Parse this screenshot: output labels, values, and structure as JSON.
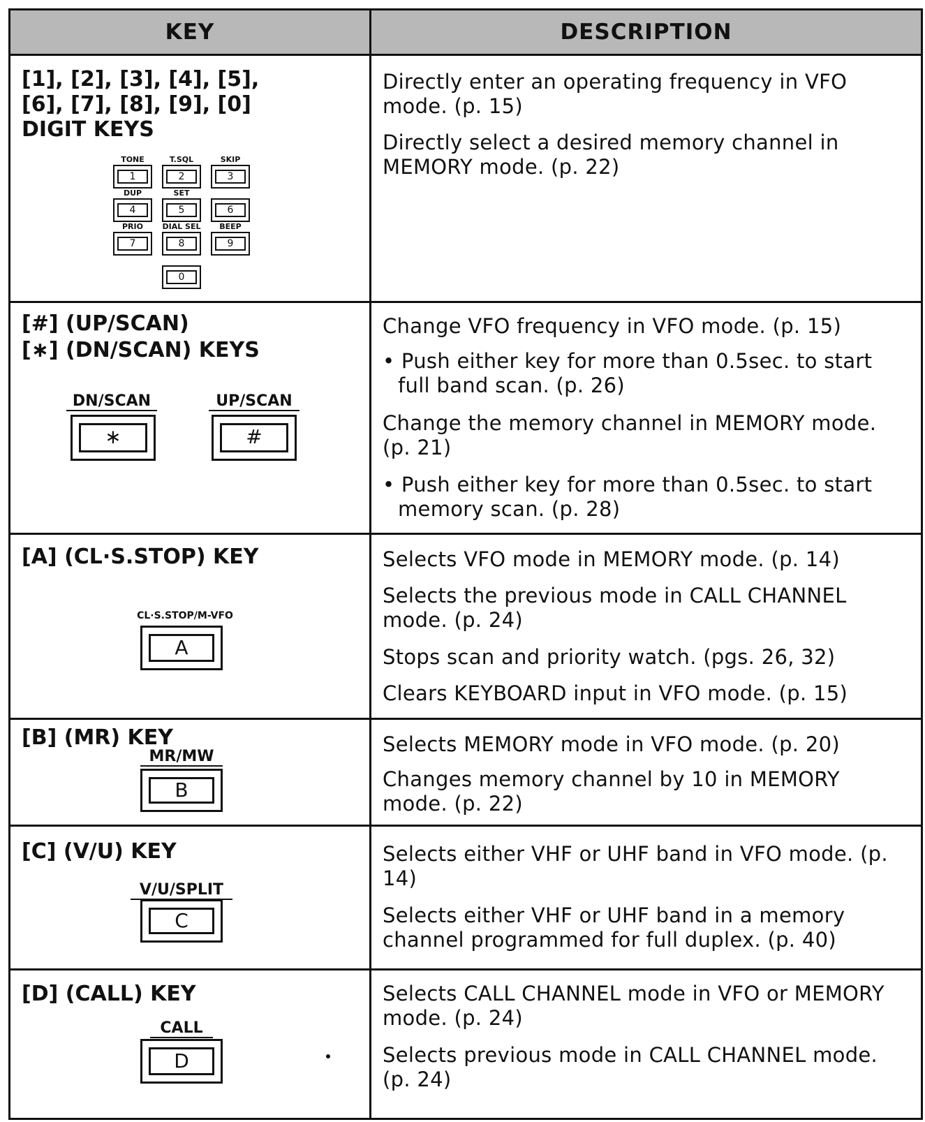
{
  "header": {
    "key": "KEY",
    "description": "DESCRIPTION"
  },
  "rows": [
    {
      "key_lines": [
        "[1], [2], [3], [4], [5],",
        "[6], [7], [8], [9], [0]",
        "DIGIT KEYS"
      ],
      "keypad": {
        "labels": [
          "TONE",
          "T.SQL",
          "SKIP",
          "DUP",
          "SET",
          "",
          "PRIO",
          "DIAL SEL",
          "BEEP"
        ],
        "keys": [
          "1",
          "2",
          "3",
          "4",
          "5",
          "6",
          "7",
          "8",
          "9",
          "0"
        ]
      },
      "desc": [
        "Directly enter an operating frequency in VFO mode. (p. 15)",
        "Directly select a desired memory channel in MEMORY mode. (p. 22)"
      ]
    },
    {
      "key_lines": [
        "[#] (UP/SCAN)",
        "[∗] (DN/SCAN) KEYS"
      ],
      "buttons": [
        {
          "label": "DN/SCAN",
          "key": "∗"
        },
        {
          "label": "UP/SCAN",
          "key": "#"
        }
      ],
      "desc": [
        "Change VFO frequency in VFO mode. (p. 15)",
        "• Push either key for more than 0.5sec. to start full band scan. (p. 26)",
        "Change the memory channel in MEMORY mode. (p. 21)",
        "• Push either key for more than 0.5sec. to start memory scan. (p. 28)"
      ]
    },
    {
      "key_lines": [
        "[A] (CL·S.STOP) KEY"
      ],
      "button": {
        "label": "CL·S.STOP/M-VFO",
        "key": "A"
      },
      "desc": [
        "Selects VFO mode in MEMORY mode. (p. 14)",
        "Selects the previous mode in CALL CHANNEL mode. (p. 24)",
        "Stops scan and priority watch. (pgs. 26, 32)",
        "Clears KEYBOARD input in VFO mode. (p. 15)"
      ]
    },
    {
      "key_lines": [
        "[B] (MR) KEY"
      ],
      "button": {
        "label": "MR/MW",
        "key": "B"
      },
      "desc": [
        "Selects MEMORY mode in VFO mode. (p. 20)",
        "Changes memory channel by 10 in MEMORY mode. (p. 22)"
      ]
    },
    {
      "key_lines": [
        "[C] (V/U) KEY"
      ],
      "button": {
        "label": "V/U/SPLIT",
        "key": "C"
      },
      "desc": [
        "Selects either VHF or UHF band in VFO mode. (p. 14)",
        "Selects either VHF or UHF band in a memory channel programmed for full duplex. (p. 40)"
      ]
    },
    {
      "key_lines": [
        "[D] (CALL) KEY"
      ],
      "button": {
        "label": "CALL",
        "key": "D"
      },
      "desc": [
        "Selects CALL CHANNEL mode in VFO or MEMORY mode. (p. 24)",
        "Selects previous mode in CALL CHANNEL mode. (p. 24)"
      ]
    }
  ]
}
